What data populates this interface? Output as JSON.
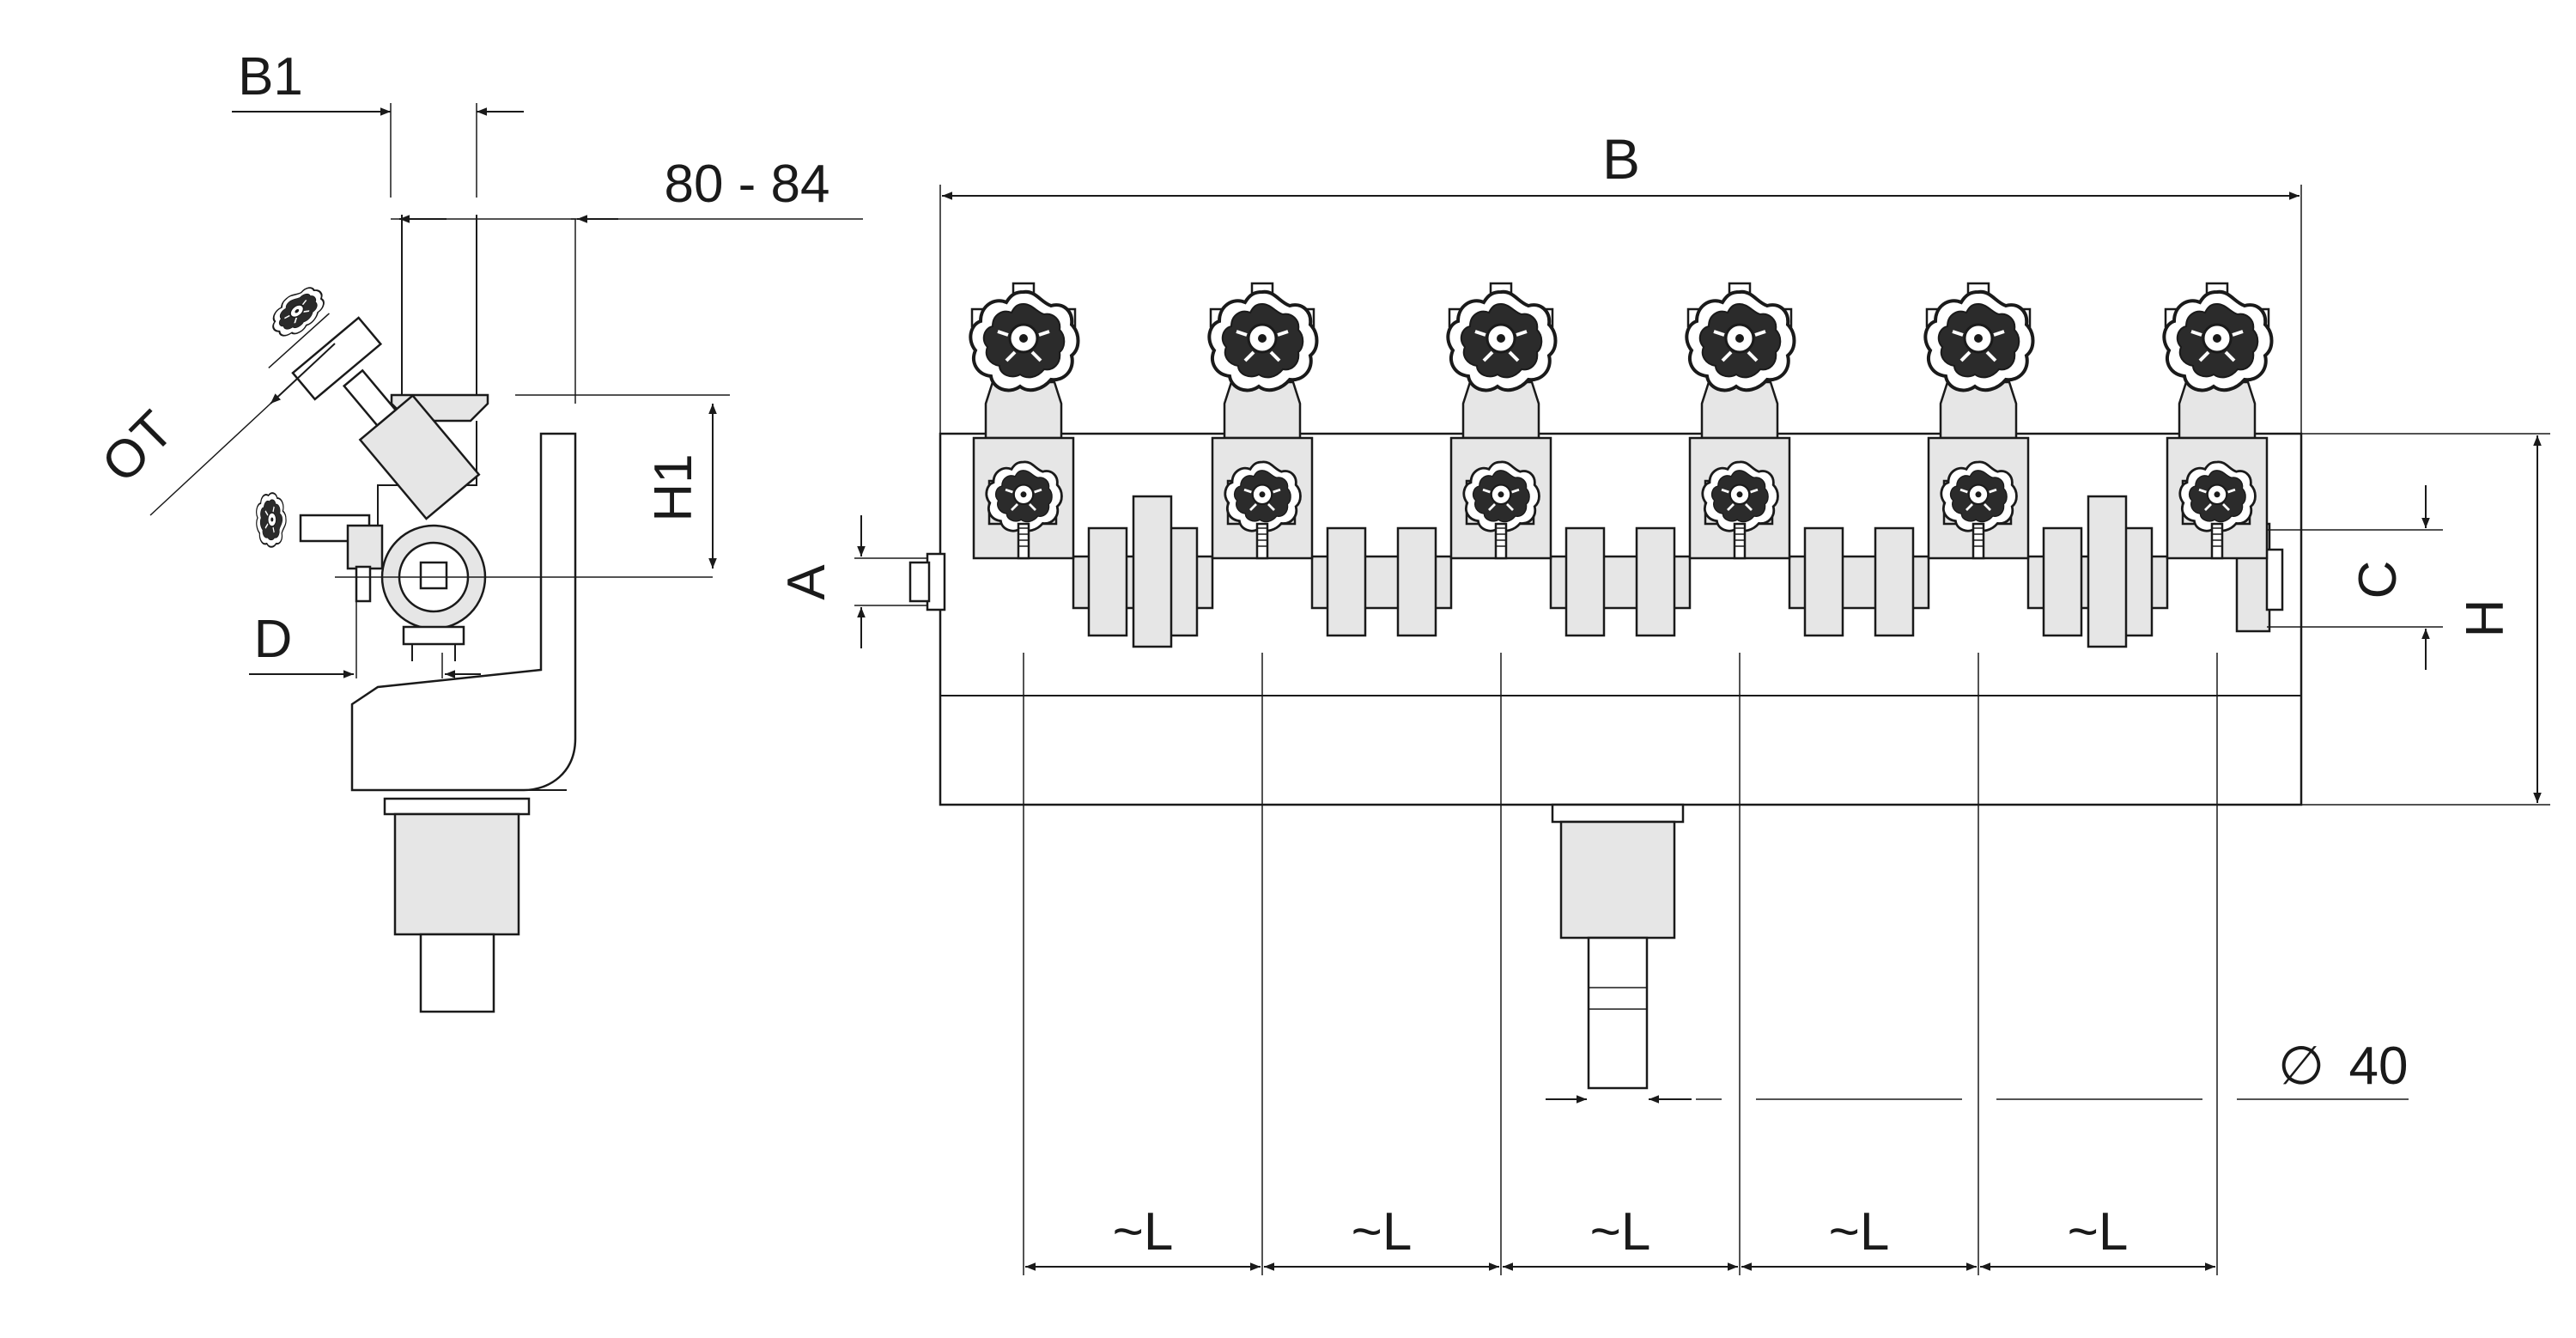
{
  "labels": {
    "b1": "B1",
    "flange": "80 - 84",
    "h1": "H1",
    "ot": "OT",
    "d": "D",
    "b": "B",
    "a": "A",
    "c": "C",
    "h": "H",
    "diameter_symbol": "∅",
    "diameter_value": "40",
    "l": "~L"
  },
  "valve_count": 6,
  "l_segment_count": 5,
  "colors": {
    "line": "#1a1a1a",
    "fill": "#e6e6e6",
    "knob": "#2b2b2b"
  }
}
